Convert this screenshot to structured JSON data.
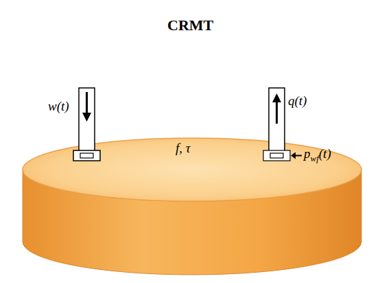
{
  "diagram": {
    "title": "CRMT",
    "labels": [
      "w(t)",
      "q(t)",
      "f, τ",
      "p",
      "wf",
      "(t)"
    ]
  }
}
